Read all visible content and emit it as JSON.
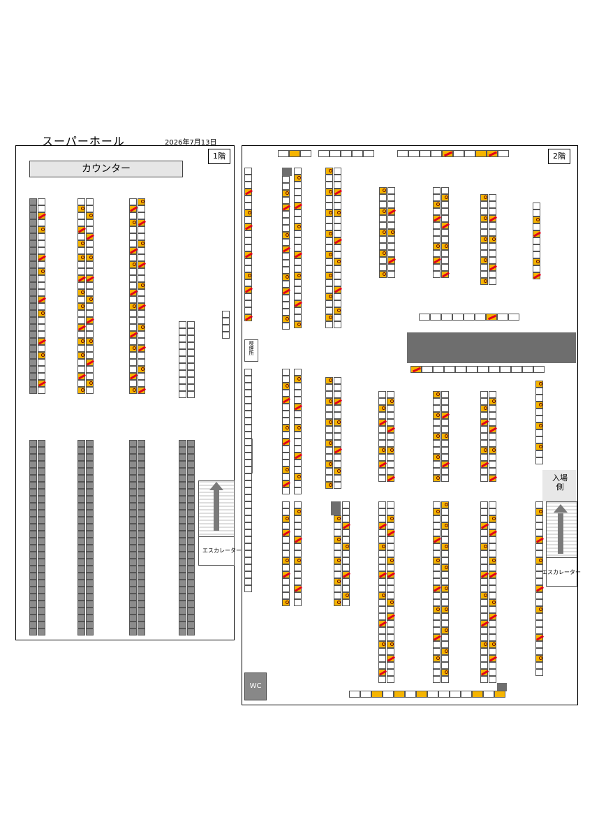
{
  "header": {
    "title": "スーパーホール",
    "date": "2026年7月13日"
  },
  "floors": {
    "floor1_label": "1階",
    "floor2_label": "2階",
    "counter": "カウンター",
    "smoking": "喫煙所",
    "escalator1": "エスカレーター",
    "escalator2": "エスカレーター",
    "entrance": "入場側",
    "wc": "WC"
  },
  "colors": {
    "occupied": "#f5b400",
    "highlight": "#e0001a",
    "unavailable": "#8c8c8c"
  }
}
